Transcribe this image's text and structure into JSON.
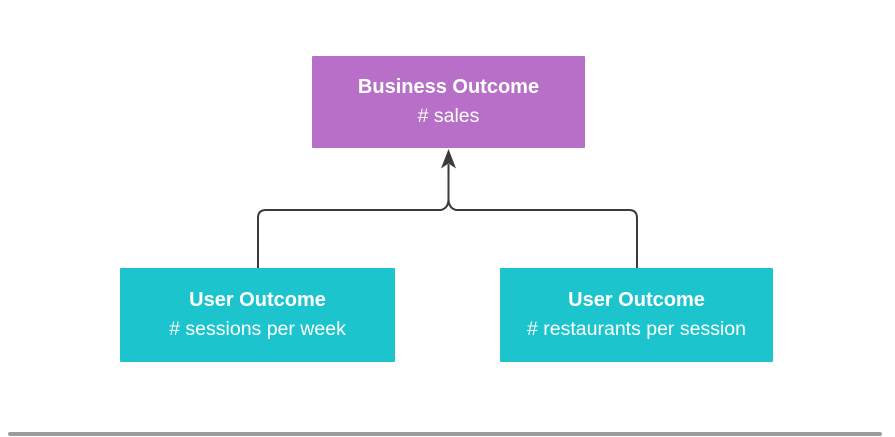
{
  "canvas": {
    "background_color": "#ffffff",
    "bottom_edge_color": "#9b9b9b"
  },
  "diagram": {
    "connector_color": "#3b3b3b",
    "nodes": {
      "business": {
        "title": "Business Outcome",
        "subtitle": "# sales",
        "color": "#b76fc8",
        "text_color": "#ffffff"
      },
      "user_left": {
        "title": "User Outcome",
        "subtitle": "# sessions per week",
        "color": "#1cc5ce",
        "text_color": "#ffffff"
      },
      "user_right": {
        "title": "User Outcome",
        "subtitle": "# restaurants per session",
        "color": "#1cc5ce",
        "text_color": "#ffffff"
      }
    }
  }
}
